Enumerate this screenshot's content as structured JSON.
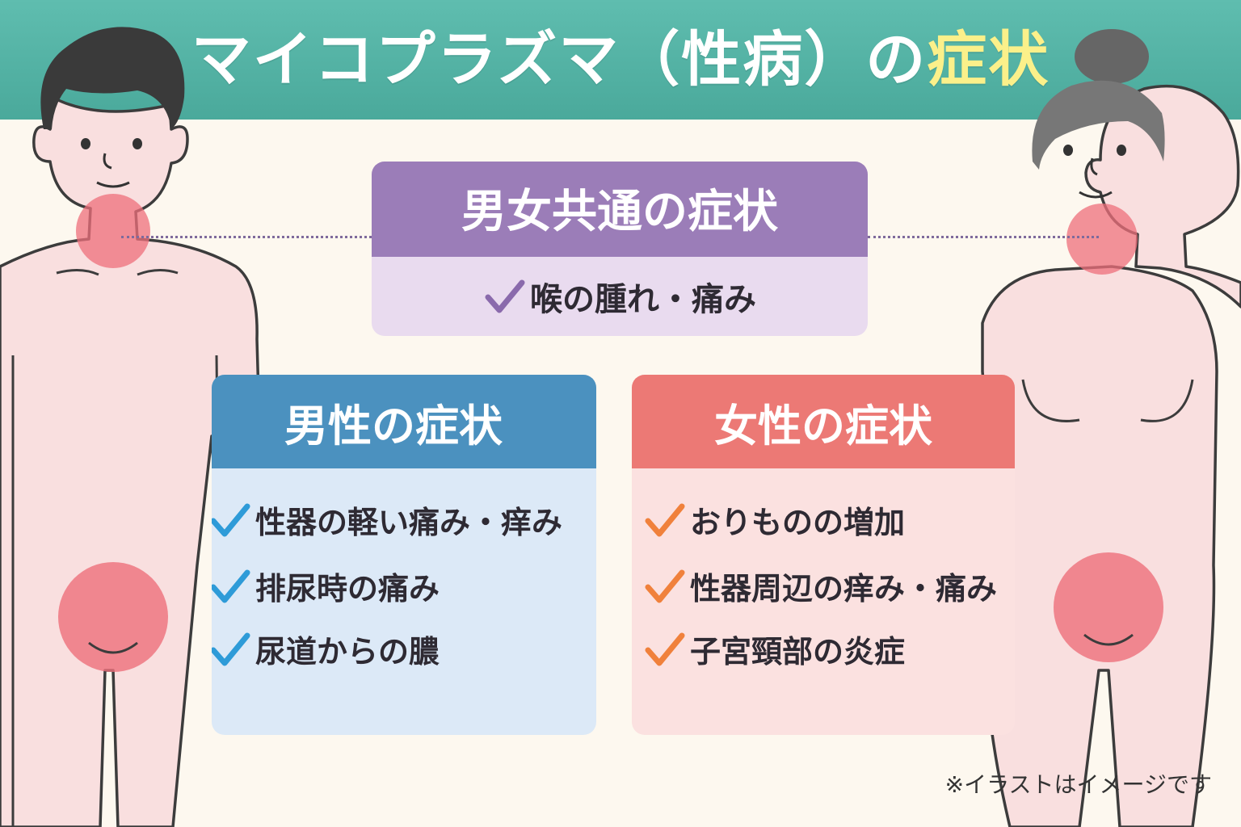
{
  "title": {
    "main": "マイコプラズマ（性病）の",
    "highlight": "症状"
  },
  "common": {
    "heading": "男女共通の症状",
    "items": [
      "喉の腫れ・痛み"
    ]
  },
  "men": {
    "heading": "男性の症状",
    "items": [
      "性器の軽い痛み・痒み",
      "排尿時の痛み",
      "尿道からの膿"
    ]
  },
  "women": {
    "heading": "女性の症状",
    "items": [
      "おりものの増加",
      "性器周辺の痒み・痛み",
      "子宮頸部の炎症"
    ]
  },
  "footnote": "※イラストはイメージです",
  "colors": {
    "header": "#4aa99b",
    "title_highlight": "#fbf08a",
    "common_head": "#9b7db8",
    "common_body": "#e9dbef",
    "men_head": "#4b91bf",
    "men_body": "#dce9f7",
    "men_check": "#2e9bd8",
    "women_head": "#ec7975",
    "women_body": "#fbe1e0",
    "women_check": "#f0813c",
    "common_check": "#8a6aac",
    "symptom_spot": "#ee6f7b"
  }
}
